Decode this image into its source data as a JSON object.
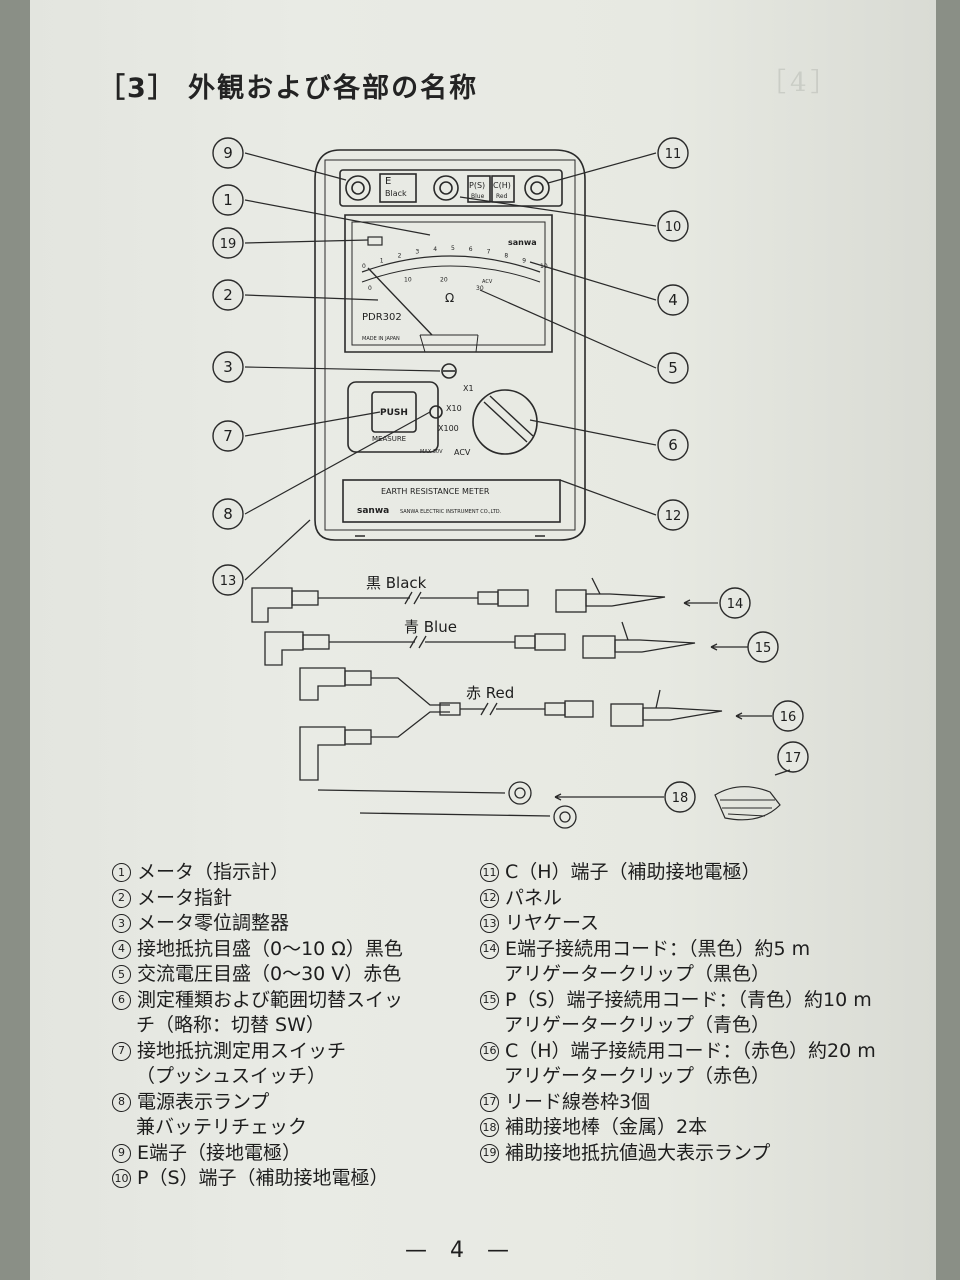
{
  "page": {
    "title": "［3］ 外観および各部の名称",
    "page_number": "— 4 —"
  },
  "device": {
    "terminal_e": "E",
    "terminal_e_sub": "Black",
    "terminal_p": "P(S)",
    "terminal_p_sub": "Blue",
    "terminal_c": "C(H)",
    "terminal_c_sub": "Red",
    "brand_small": "sanwa",
    "scale_ohm": "Ω",
    "model": "PDR302",
    "made_in": "MADE IN JAPAN",
    "push": "PUSH",
    "measure": "MEASURE",
    "range_x1": "X1",
    "range_x10": "X10",
    "range_x100": "X100",
    "range_acv": "ACV",
    "max_acv": "MAX 30V",
    "panel_title": "EARTH RESISTANCE METER",
    "panel_brand": "sanwa",
    "panel_maker": "SANWA ELECTRIC INSTRUMENT CO.,LTD.",
    "scale_top": [
      "0",
      "1",
      "2",
      "3",
      "4",
      "5",
      "6",
      "7",
      "8",
      "9",
      "10"
    ],
    "scale_bottom": [
      "0",
      "10",
      "20",
      "30"
    ],
    "scale_acv": "ACV"
  },
  "cords": {
    "black": "黒 Black",
    "blue": "青 Blue",
    "red": "赤 Red"
  },
  "callouts": [
    "1",
    "2",
    "3",
    "4",
    "5",
    "6",
    "7",
    "8",
    "9",
    "10",
    "11",
    "12",
    "13",
    "14",
    "15",
    "16",
    "17",
    "18",
    "19"
  ],
  "legend_left": [
    {
      "num": "1",
      "lines": [
        "メータ（指示計）"
      ]
    },
    {
      "num": "2",
      "lines": [
        "メータ指針"
      ]
    },
    {
      "num": "3",
      "lines": [
        "メータ零位調整器"
      ]
    },
    {
      "num": "4",
      "lines": [
        "接地抵抗目盛（0〜10 Ω）黒色"
      ]
    },
    {
      "num": "5",
      "lines": [
        "交流電圧目盛（0〜30 V）赤色"
      ]
    },
    {
      "num": "6",
      "lines": [
        "測定種類および範囲切替スイッ",
        "チ（略称：切替 SW）"
      ]
    },
    {
      "num": "7",
      "lines": [
        "接地抵抗測定用スイッチ",
        "（プッシュスイッチ）"
      ]
    },
    {
      "num": "8",
      "lines": [
        "電源表示ランプ",
        "兼バッテリチェック"
      ]
    },
    {
      "num": "9",
      "lines": [
        "E端子（接地電極）"
      ]
    },
    {
      "num": "10",
      "lines": [
        "P（S）端子（補助接地電極）"
      ]
    }
  ],
  "legend_right": [
    {
      "num": "11",
      "lines": [
        "C（H）端子（補助接地電極）"
      ]
    },
    {
      "num": "12",
      "lines": [
        "パネル"
      ]
    },
    {
      "num": "13",
      "lines": [
        "リヤケース"
      ]
    },
    {
      "num": "14",
      "lines": [
        "E端子接続用コード：（黒色）約5 m",
        "アリゲータークリップ（黒色）"
      ]
    },
    {
      "num": "15",
      "lines": [
        "P（S）端子接続用コード：（青色）約10 m",
        "アリゲータークリップ（青色）"
      ]
    },
    {
      "num": "16",
      "lines": [
        "C（H）端子接続用コード：（赤色）約20 m",
        "アリゲータークリップ（赤色）"
      ]
    },
    {
      "num": "17",
      "lines": [
        "リード線巻枠3個"
      ]
    },
    {
      "num": "18",
      "lines": [
        "補助接地棒（金属）2本"
      ]
    },
    {
      "num": "19",
      "lines": [
        "補助接地抵抗値過大表示ランプ"
      ]
    }
  ]
}
